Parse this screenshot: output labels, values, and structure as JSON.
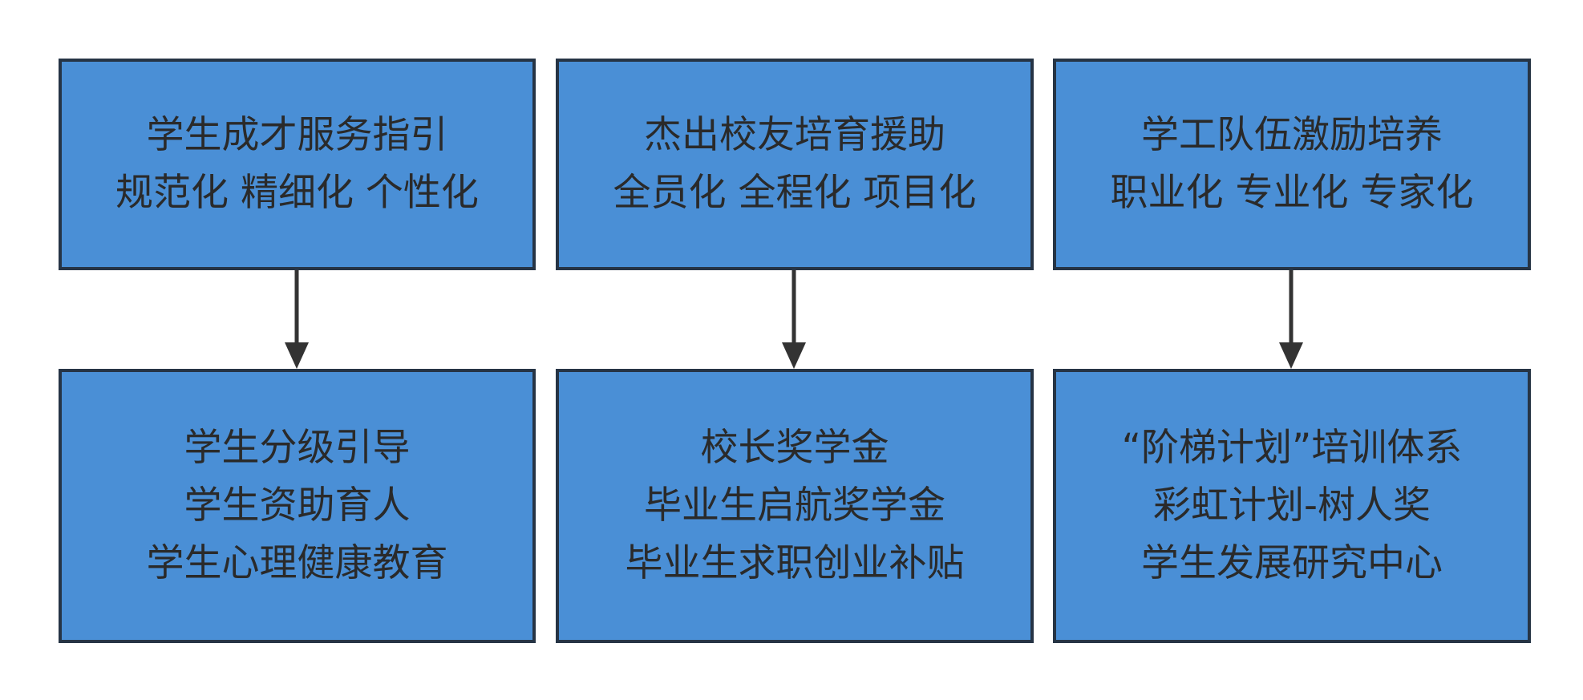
{
  "diagram": {
    "colors": {
      "box_fill": "#4a8fd6",
      "box_border": "#263445",
      "text": "#2a2a2a",
      "arrow": "#333333"
    },
    "columns": [
      {
        "top": {
          "lines": [
            "学生成才服务指引",
            "规范化 精细化 个性化"
          ]
        },
        "bottom": {
          "lines": [
            "学生分级引导",
            "学生资助育人",
            "学生心理健康教育"
          ]
        }
      },
      {
        "top": {
          "lines": [
            "杰出校友培育援助",
            "全员化 全程化 项目化"
          ]
        },
        "bottom": {
          "lines": [
            "校长奖学金",
            "毕业生启航奖学金",
            "毕业生求职创业补贴"
          ]
        }
      },
      {
        "top": {
          "lines": [
            "学工队伍激励培养",
            "职业化 专业化 专家化"
          ]
        },
        "bottom": {
          "lines": [
            "“阶梯计划”培训体系",
            "彩虹计划-树人奖",
            "学生发展研究中心"
          ]
        }
      }
    ],
    "edges": [
      {
        "from": "column-0-top",
        "to": "column-0-bottom"
      },
      {
        "from": "column-1-top",
        "to": "column-1-bottom"
      },
      {
        "from": "column-2-top",
        "to": "column-2-bottom"
      }
    ]
  }
}
